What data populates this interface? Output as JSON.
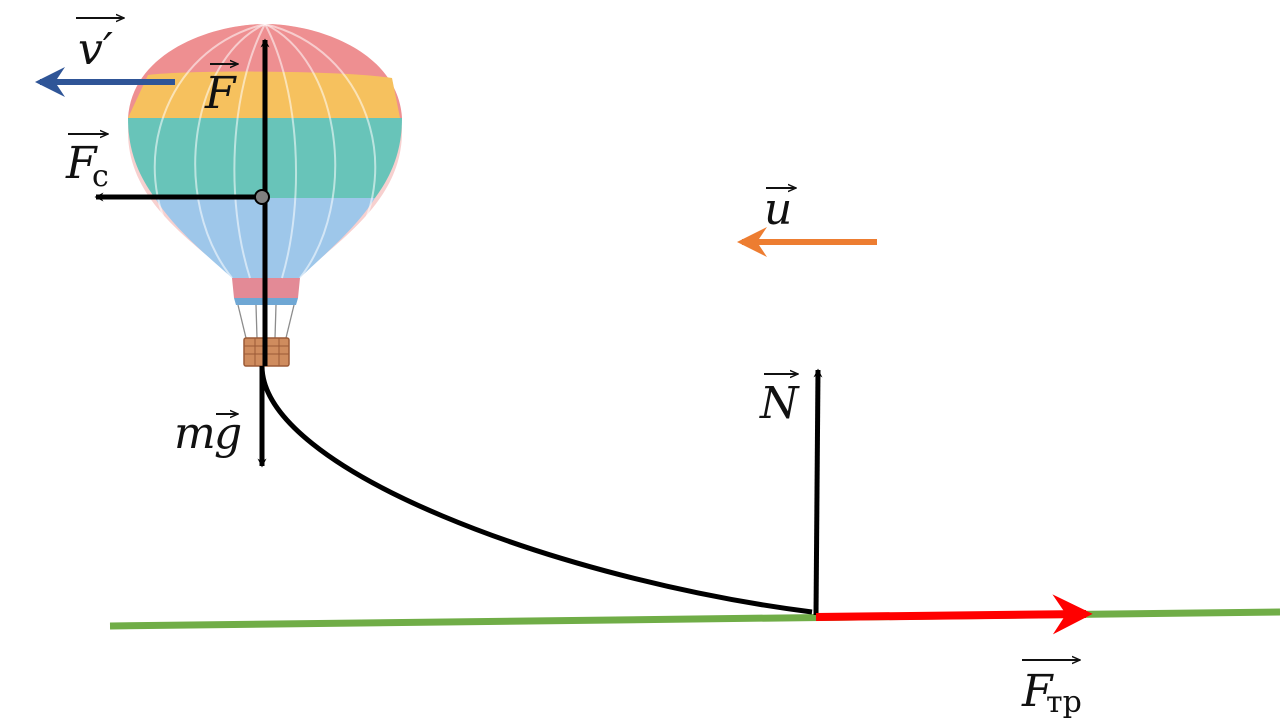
{
  "labels": {
    "v_prime": "v′",
    "F": "F",
    "F_c": "F",
    "F_c_sub": "c",
    "u": "u",
    "mg_m": "m",
    "mg_g": "g",
    "N": "N",
    "F_tr": "F",
    "F_tr_sub": "тр"
  },
  "colors": {
    "black": "#000000",
    "blue": "#2f5597",
    "orange": "#ed7d31",
    "red": "#ff0000",
    "green": "#70ad47",
    "pivot": "#808080"
  },
  "icons": {
    "balloon": "hot-air-balloon-icon"
  }
}
